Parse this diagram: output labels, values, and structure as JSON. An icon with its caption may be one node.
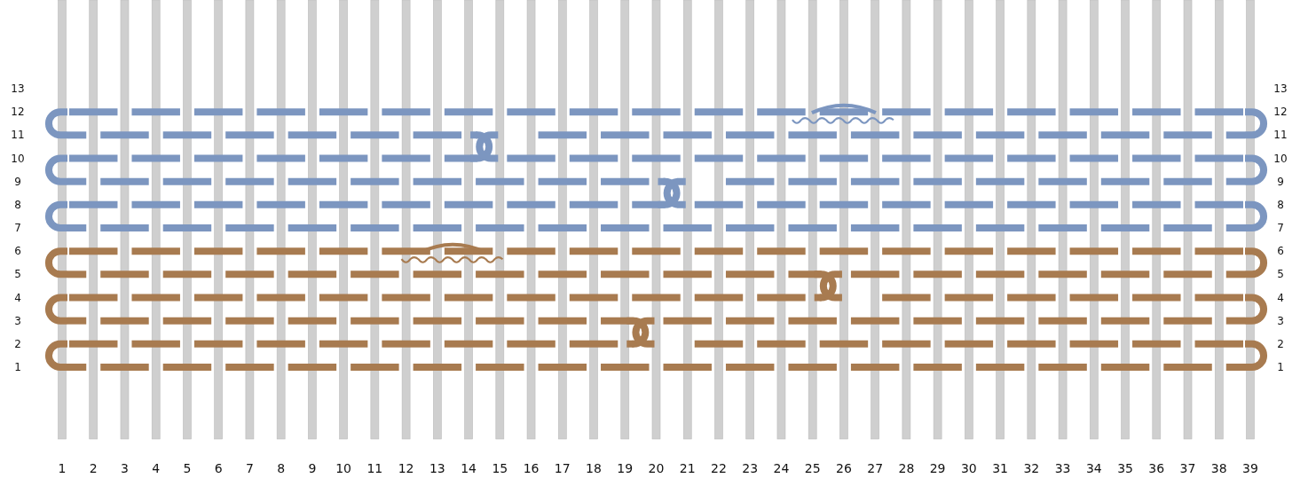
{
  "diagram": {
    "labels": [
      "13",
      "13",
      "12",
      "12",
      "11",
      "11",
      "10",
      "10",
      "9",
      "9",
      "8",
      "8",
      "7",
      "7",
      "6",
      "6",
      "5",
      "5",
      "4",
      "4",
      "3",
      "3",
      "2",
      "2",
      "1",
      "1",
      "1",
      "2",
      "3",
      "4",
      "5",
      "6",
      "7",
      "8",
      "9",
      "10",
      "11",
      "12",
      "13",
      "14",
      "15",
      "16",
      "17",
      "18",
      "19",
      "20",
      "21",
      "22",
      "23",
      "24",
      "25",
      "26",
      "27",
      "28",
      "29",
      "30",
      "31",
      "32",
      "33",
      "34",
      "35",
      "36",
      "37",
      "38",
      "39"
    ]
  }
}
